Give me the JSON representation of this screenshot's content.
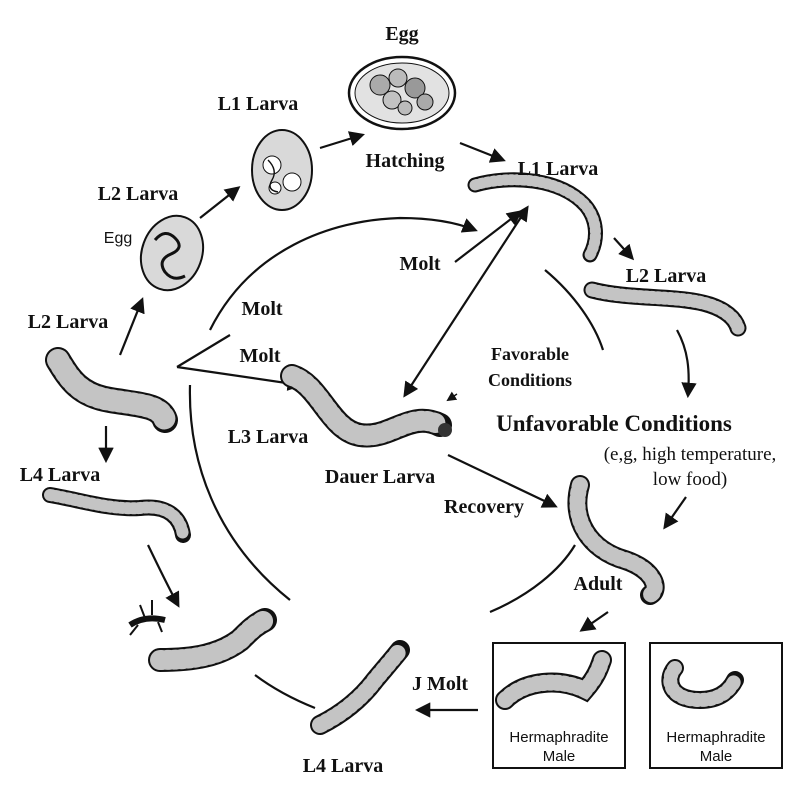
{
  "labels": {
    "egg_top": "Egg",
    "l1_larva_top": "L1 Larva",
    "hatching": "Hatching",
    "l1_larva_right": "L1 Larva",
    "l2_larva_left_egg": "L2 Larva",
    "egg_small": "Egg",
    "molt_center": "Molt",
    "l2_larva_right": "L2 Larva",
    "l2_larva_left": "L2 Larva",
    "molt_1": "Molt",
    "molt_2": "Molt",
    "favorable_line1": "Favorable",
    "favorable_line2": "Conditions",
    "unfavorable_title": "Unfavorable Conditions",
    "unfavorable_line1": "(e,g, high temperature,",
    "unfavorable_line2": "low food)",
    "l3_larva": "L3 Larva",
    "dauer_larva": "Dauer Larva",
    "recovery": "Recovery",
    "l4_larva_left": "L4 Larva",
    "adult": "Adult",
    "j_molt": "J Molt",
    "l4_larva_bottom": "L4 Larva",
    "box1_line1": "Hermaphradite",
    "box1_line2": "Male",
    "box2_line1": "Hermaphradite",
    "box2_line2": "Male"
  },
  "colors": {
    "ink": "#111111",
    "worm_fill": "#b8b8b8",
    "egg_fill": "#d6d6d6"
  }
}
